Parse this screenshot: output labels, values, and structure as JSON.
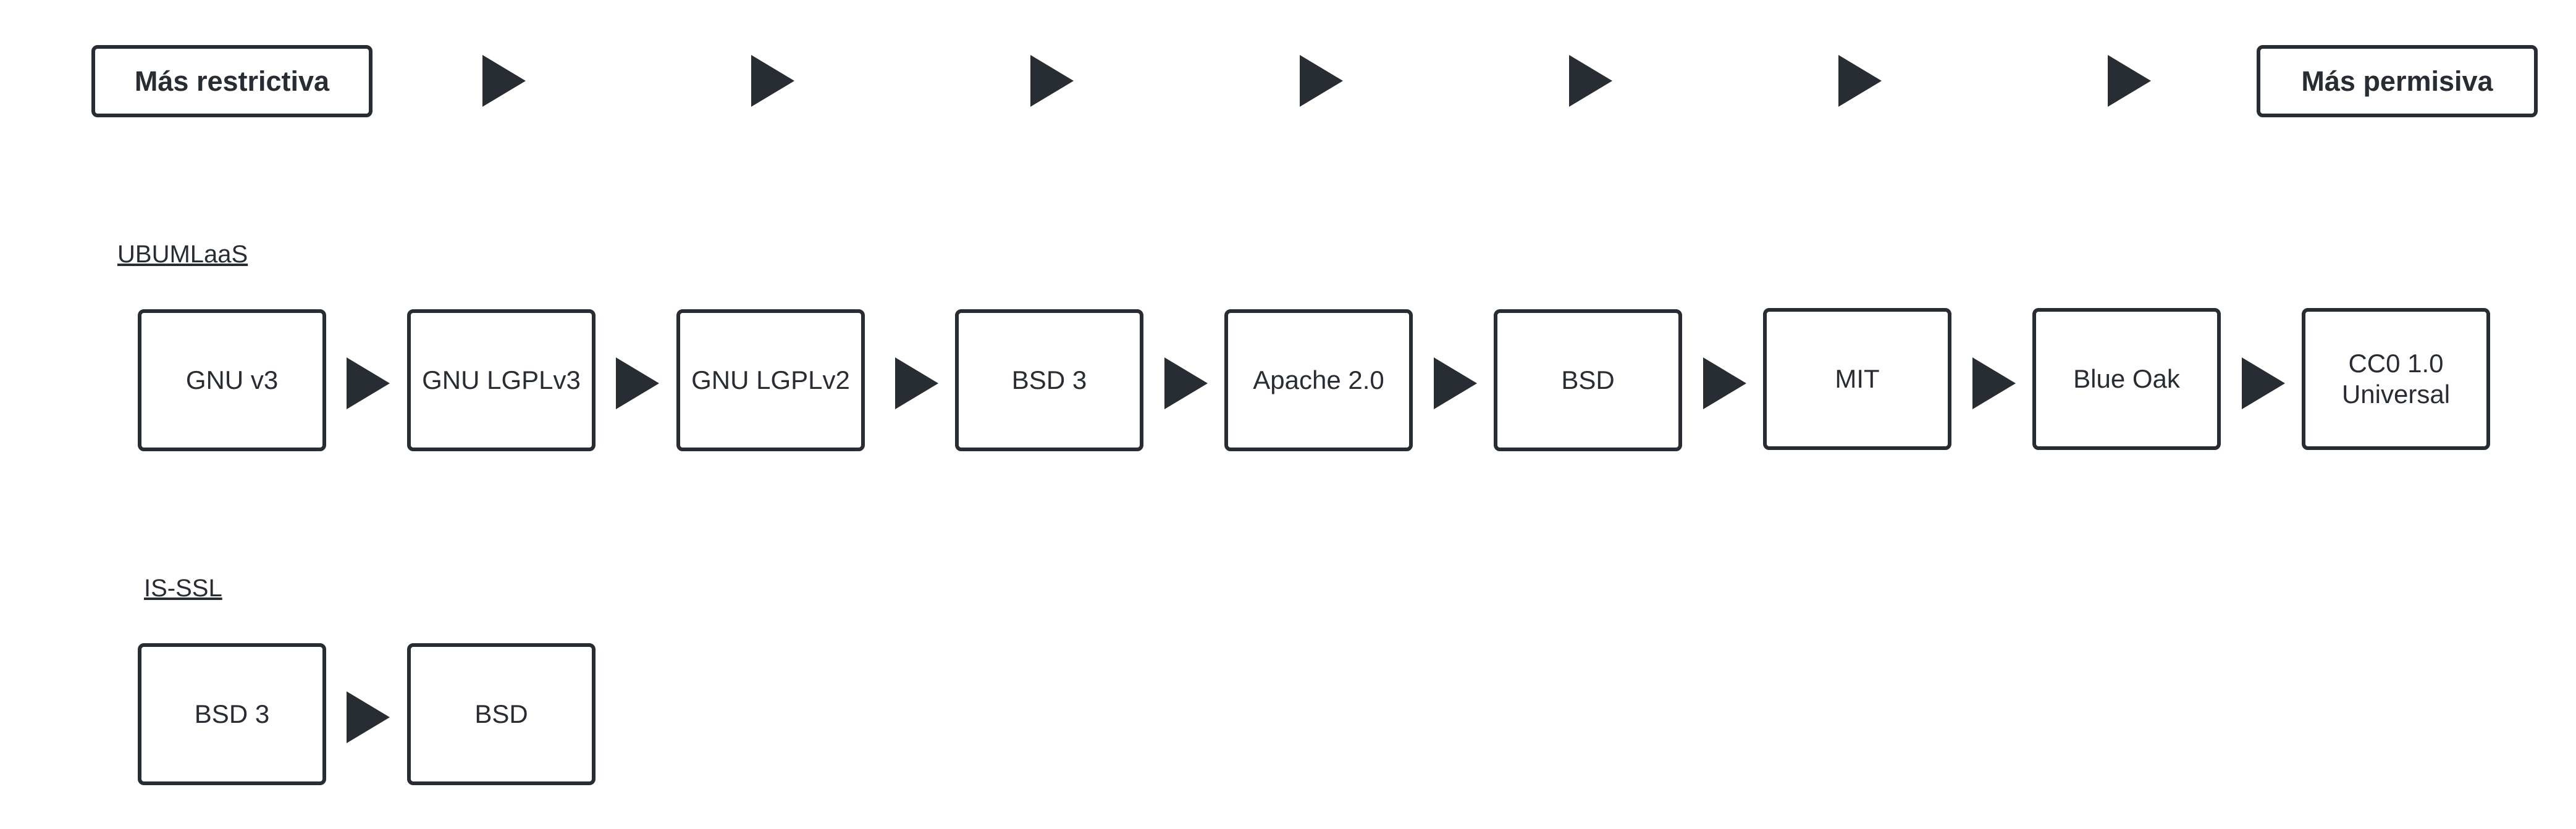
{
  "scale": {
    "most_restrictive": "Más restrictiva",
    "most_permissive": "Más permisiva"
  },
  "groups": [
    {
      "label": "UBUMLaaS",
      "licenses": [
        "GNU v3",
        "GNU LGPLv3",
        "GNU LGPLv2",
        "BSD 3",
        "Apache 2.0",
        "BSD",
        "MIT",
        "Blue Oak",
        "CC0 1.0\nUniversal"
      ]
    },
    {
      "label": "IS-SSL",
      "licenses": [
        "BSD 3",
        "BSD"
      ]
    }
  ]
}
